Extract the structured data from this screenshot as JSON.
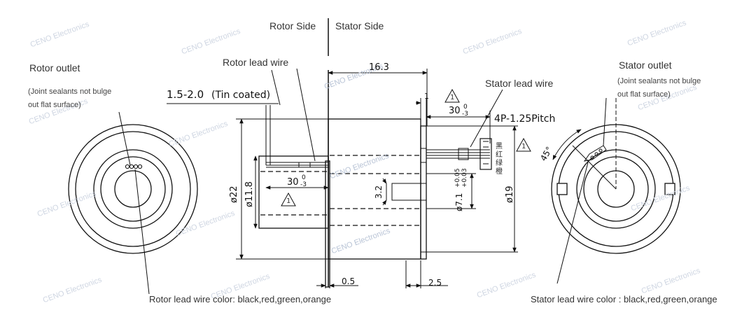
{
  "sides": {
    "rotor_side": "Rotor Side",
    "stator_side": "Stator Side"
  },
  "rotor_outlet": {
    "title": "Rotor outlet",
    "note_line1": "(Joint sealants not bulge",
    "note_line2": " out flat surface)"
  },
  "stator_outlet": {
    "title": "Stator outlet",
    "note_line1": "(Joint sealants not bulge",
    "note_line2": "out flat surface)"
  },
  "lead_wires": {
    "rotor_label": "Rotor lead wire",
    "stator_label": "Stator lead wire",
    "rotor_color": "Rotor lead wire color: black,red,green,orange",
    "stator_color": "Stator lead wire color : black,red,green,orange"
  },
  "connector": {
    "label": "4P-1.25Pitch",
    "wire_colors_cn": [
      "黑",
      "红",
      "绿",
      "橙"
    ]
  },
  "dimensions": {
    "tin_coated_value": "1.5-2.0",
    "tin_coated_note": "(Tin coated)",
    "length_body": "16.3",
    "rotor_wire_length": "30",
    "rotor_wire_tol_upper": "0",
    "rotor_wire_tol_lower": "-3",
    "stator_wire_length": "30",
    "stator_wire_tol_upper": "0",
    "stator_wire_tol_lower": "-3",
    "dia_outer": "ø22",
    "dia_bore": "ø11.8",
    "dia_stator": "ø19",
    "dia_inner": "ø7.1",
    "dia_inner_tol_upper": "+0.05",
    "dia_inner_tol_lower": "+0.03",
    "step_3_2": "3.2",
    "gap_1": "1",
    "flange_0_5": "0.5",
    "shoulder_2_5": "2.5",
    "angle_45": "45°"
  },
  "warning_mark": "1",
  "watermark": "CENO Electronics",
  "colors": {
    "line": "#111111",
    "text": "#333333",
    "watermark": "#cfd6e2"
  }
}
